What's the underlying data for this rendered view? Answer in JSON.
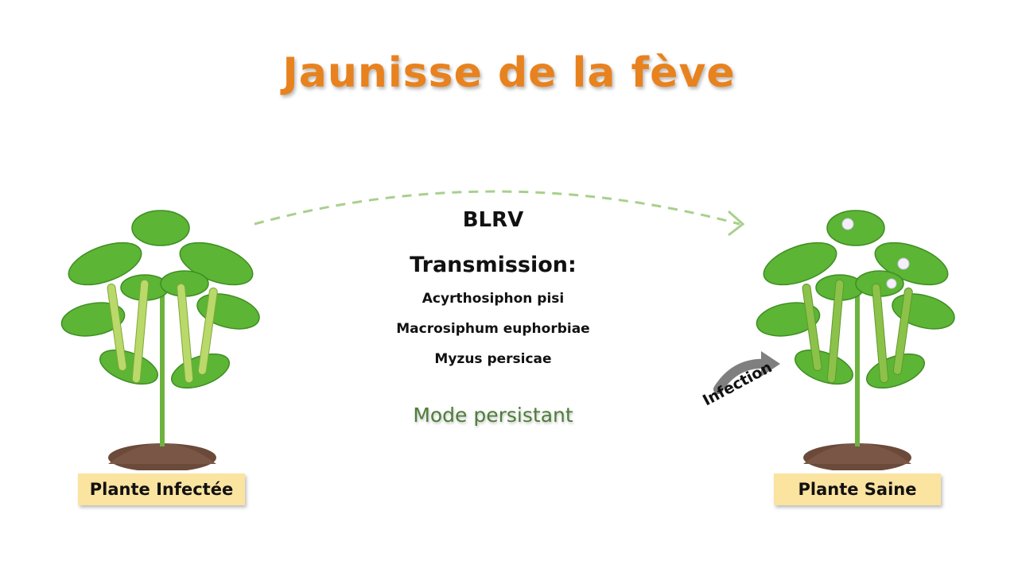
{
  "title": "Jaunisse de la fève",
  "virus": "BLRV",
  "transmission": {
    "heading": "Transmission:",
    "vectors": [
      "Acyrthosiphon  pisi",
      "Macrosiphum  euphorbiae",
      "Myzus persicae"
    ]
  },
  "mode": "Mode persistant",
  "plants": {
    "infected_label": "Plante Infectée",
    "healthy_label": "Plante Saine"
  },
  "arrow_label": "Infection",
  "colors": {
    "title": "#E8821E",
    "mode": "#4E7D3A",
    "label_bg": "#FBE3A0",
    "dashed_arrow": "#A8D08D"
  }
}
